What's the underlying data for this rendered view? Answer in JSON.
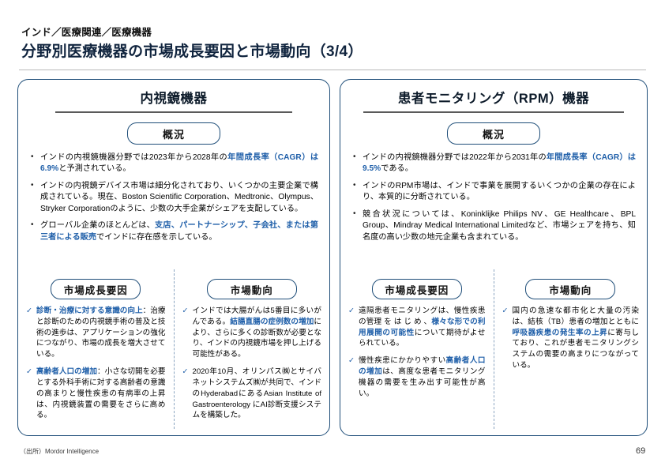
{
  "header": {
    "kicker": "インド／医療関連／医療機器",
    "title": "分野別医療機器の市場成長要因と市場動向（3/4）"
  },
  "colors": {
    "accent": "#1F4E79",
    "highlight": "#1F5FA9",
    "rule": "#5a5a5a",
    "divider": "#b9b9b9"
  },
  "panels": [
    {
      "id": "endoscope",
      "title": "内視鏡機器",
      "overview_badge": "概況",
      "overview": [
        {
          "parts": [
            {
              "t": "インドの内視鏡機器分野では2023年から2028年の",
              "hl": false
            },
            {
              "t": "年間成長率（CAGR）は6.9%",
              "hl": true
            },
            {
              "t": "と予測されている。",
              "hl": false
            }
          ]
        },
        {
          "parts": [
            {
              "t": "インドの内視鏡デバイス市場は細分化されており、いくつかの主要企業で構成されている。現在、Boston Scientific Corporation、Medtronic、Olympus、Stryker  Corporationのように、少数の大手企業がシェアを支配している。",
              "hl": false
            }
          ]
        },
        {
          "parts": [
            {
              "t": "グローバル企業のほとんどは、",
              "hl": false
            },
            {
              "t": "支店、パートナーシップ、子会社、または第三者による販売",
              "hl": true
            },
            {
              "t": "でインドに存在感を示している。",
              "hl": false
            }
          ]
        }
      ],
      "drivers_badge": "市場成長要因",
      "drivers": [
        {
          "parts": [
            {
              "t": "診断・治療に対する意識の向上",
              "hl": true
            },
            {
              "t": "：治療と診断のための内視鏡手術の普及と技術の進歩は、アプリケーションの強化につながり、市場の成長を増大させている。",
              "hl": false
            }
          ]
        },
        {
          "parts": [
            {
              "t": "高齢者人口の増加",
              "hl": true
            },
            {
              "t": "：小さな切開を必要とする外科手術に対する高齢者の意識の高まりと慢性疾患の有病率の上昇は、内視鏡装置の需要をさらに高める。",
              "hl": false
            }
          ]
        }
      ],
      "trends_badge": "市場動向",
      "trends": [
        {
          "parts": [
            {
              "t": "インドでは大腸がんは5番目に多いがんである。",
              "hl": false
            },
            {
              "t": "結腸直腸の症例数の増加",
              "hl": true
            },
            {
              "t": "により、さらに多くの診断数が必要となり、インドの内視鏡市場を押し上げる可能性がある。",
              "hl": false
            }
          ]
        },
        {
          "parts": [
            {
              "t": "2020年10月、オリンパス㈱とサイバネットシステムズ㈱が共同で、インドのHyderabadにあるAsian Institute of Gastroenterology にAI診断支援システムを構築した。",
              "hl": false
            }
          ]
        }
      ]
    },
    {
      "id": "rpm",
      "title": "患者モニタリング（RPM）機器",
      "overview_badge": "概況",
      "overview": [
        {
          "parts": [
            {
              "t": "インドの内視鏡機器分野では2022年から2031年の",
              "hl": false
            },
            {
              "t": "年間成長率（CAGR）は9.5%",
              "hl": true
            },
            {
              "t": "である。",
              "hl": false
            }
          ]
        },
        {
          "parts": [
            {
              "t": "インドのRPM市場は、インドで事業を展開するいくつかの企業の存在により、本質的に分断されている。",
              "hl": false
            }
          ]
        },
        {
          "parts": [
            {
              "t": "競合状況については、Koninklijke Philips NV、GE Healthcare、BPL Group、Mindray Medical International Limitedなど、市場シェアを持ち、知名度の高い少数の地元企業も含まれている。",
              "hl": false
            }
          ]
        }
      ],
      "drivers_badge": "市場成長要因",
      "drivers": [
        {
          "parts": [
            {
              "t": "遠隔患者モニタリングは、慢性疾患の管理 を は じ め 、",
              "hl": false
            },
            {
              "t": "様々な形での利用展開の可能性",
              "hl": true
            },
            {
              "t": "について期待がよせられている。",
              "hl": false
            }
          ]
        },
        {
          "parts": [
            {
              "t": "慢性疾患にかかりやすい",
              "hl": false
            },
            {
              "t": "高齢者人口の増加",
              "hl": true
            },
            {
              "t": "は、高度な患者モニタリング機器の需要を生み出す可能性が高い。",
              "hl": false
            }
          ]
        }
      ],
      "trends_badge": "市場動向",
      "trends": [
        {
          "parts": [
            {
              "t": "国内の急速な都市化と大量の汚染は、結核（TB）患者の増加とともに",
              "hl": false
            },
            {
              "t": "呼吸器疾患の発生率の上昇",
              "hl": true
            },
            {
              "t": "に寄与しており、これが患者モニタリングシステムの需要の高まりにつながっている。",
              "hl": false
            }
          ]
        }
      ]
    }
  ],
  "footer": {
    "source": "（出所）Mordor Intelligence",
    "page_number": "69"
  }
}
